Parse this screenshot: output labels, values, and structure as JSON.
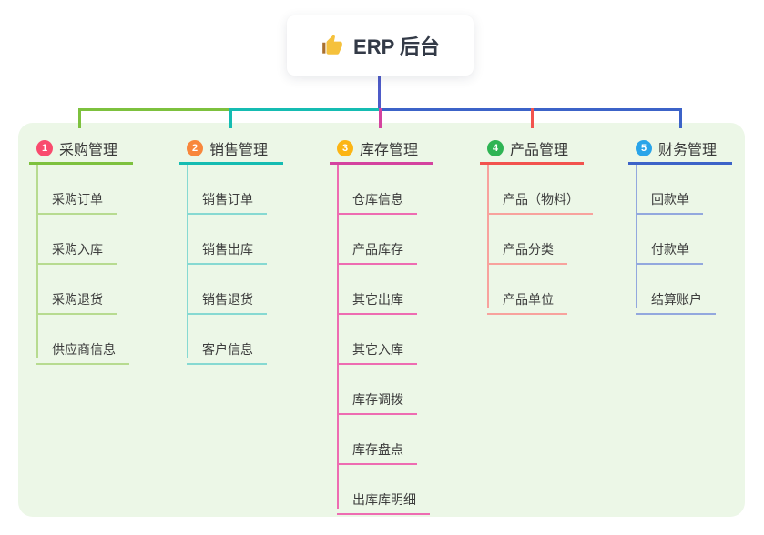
{
  "root": {
    "icon": "thumbs-up-icon",
    "label": "ERP 后台"
  },
  "canvas": {
    "background": "#ffffff",
    "panel_background": "#ecf7e7",
    "root_line_color": "#4e5bc8"
  },
  "branches": [
    {
      "num": "1",
      "label": "采购管理",
      "colors": {
        "badge": "#f94b6e",
        "line": "#7dc13e",
        "line_light": "#b7db90"
      },
      "children": [
        "采购订单",
        "采购入库",
        "采购退货",
        "供应商信息"
      ]
    },
    {
      "num": "2",
      "label": "销售管理",
      "colors": {
        "badge": "#f8873c",
        "line": "#15bcb2",
        "line_light": "#86d9d2"
      },
      "children": [
        "销售订单",
        "销售出库",
        "销售退货",
        "客户信息"
      ]
    },
    {
      "num": "3",
      "label": "库存管理",
      "colors": {
        "badge": "#fcb514",
        "line": "#d4439f",
        "line_light": "#ee6cb2"
      },
      "children": [
        "仓库信息",
        "产品库存",
        "其它出库",
        "其它入库",
        "库存调拨",
        "库存盘点",
        "出库库明细"
      ]
    },
    {
      "num": "4",
      "label": "产品管理",
      "colors": {
        "badge": "#2fb454",
        "line": "#f2534e",
        "line_light": "#f8a29d"
      },
      "children": [
        "产品（物料）",
        "产品分类",
        "产品单位"
      ]
    },
    {
      "num": "5",
      "label": "财务管理",
      "colors": {
        "badge": "#29a4e9",
        "line": "#3c63c8",
        "line_light": "#93a8de"
      },
      "children": [
        "回款单",
        "付款单",
        "结算账户"
      ]
    }
  ]
}
